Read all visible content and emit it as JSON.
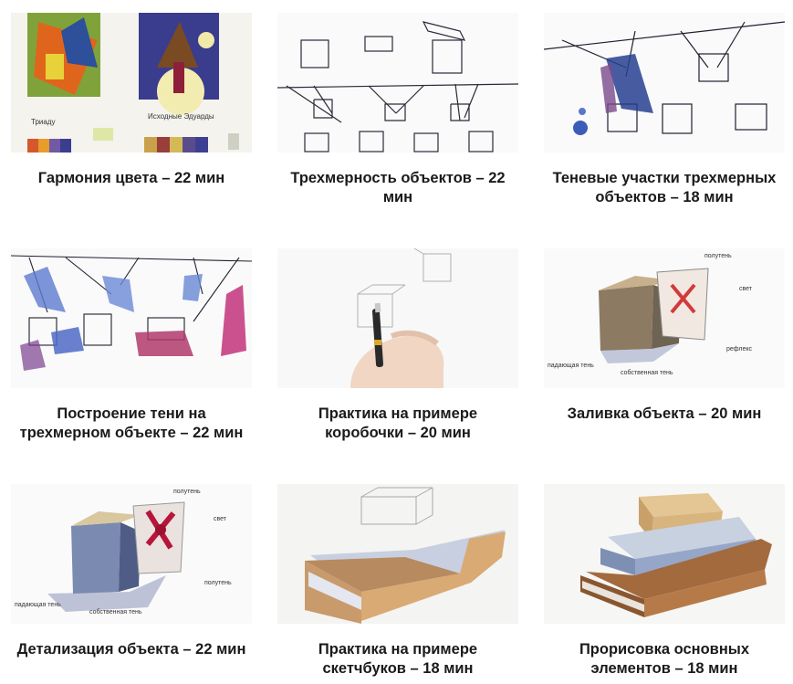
{
  "lessons": [
    {
      "title": "Гармония цвета – 22 мин",
      "image_labels": [
        "Триаду",
        "Исходные Эдуарды"
      ]
    },
    {
      "title": "Трехмерность объектов – 22 мин"
    },
    {
      "title": "Теневые участки трехмерных объектов – 18 мин"
    },
    {
      "title": "Построение тени на трехмерном объекте – 22 мин"
    },
    {
      "title": "Практика на примере коробочки – 20 мин"
    },
    {
      "title": "Заливка объекта – 20 мин",
      "image_labels": [
        "свет",
        "полутень",
        "собственная тень",
        "падающая тень",
        "рефлекс"
      ]
    },
    {
      "title": "Детализация объекта – 22 мин",
      "image_labels": [
        "свет",
        "полутень",
        "собственная тень",
        "падающая тень",
        "полутень"
      ]
    },
    {
      "title": "Практика на примере скетчбуков – 18 мин"
    },
    {
      "title": "Прорисовка основных элементов – 18 мин"
    }
  ]
}
